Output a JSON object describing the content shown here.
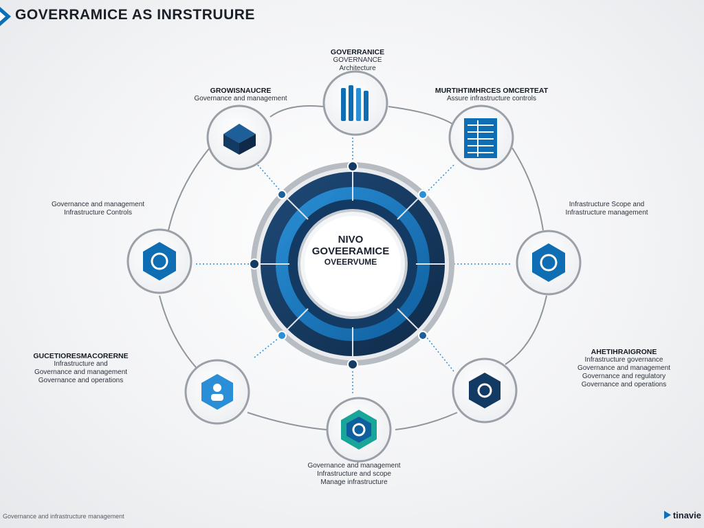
{
  "header": {
    "title": "GOVERRAMICE AS INRSTRUURE"
  },
  "center": {
    "line1": "NIVO",
    "line2": "GOVEERAMICE",
    "line3": "OVEERVUME"
  },
  "labels": {
    "top": {
      "heading": "GOVERRANICE",
      "line1": "GOVERNANCE",
      "line2": "Architecture"
    },
    "upper_left": {
      "heading": "GROWISNAUCRE",
      "line1": "Governance and management"
    },
    "upper_right": {
      "heading": "MURTIHTIMHRCES OMCERTEAT",
      "line1": "Assure infrastructure controls"
    },
    "left": {
      "line1": "Governance and management",
      "line2": "Infrastructure Controls"
    },
    "right": {
      "line1": "Infrastructure Scope and",
      "line2": "Infrastructure management"
    },
    "lower_left": {
      "heading": "GUCETIORESMACORERNE",
      "line1": "Infrastructure and",
      "line2": "Governance and management",
      "line3": "Governance and operations"
    },
    "lower_right": {
      "heading": "AHETIHRAIGRONE",
      "line1": "Infrastructure governance",
      "line2": "Governance and management",
      "line3": "Governance and regulatory",
      "line4": "Governance and operations"
    },
    "bottom": {
      "line1": "Governance and management",
      "line2": "Infrastructure and scope",
      "line3": "Manage infrastructure"
    }
  },
  "footer": {
    "text": "Governance and infrastructure management",
    "brand": "tinavie"
  },
  "colors": {
    "navy": "#13365a",
    "blue": "#0f6db3",
    "light_blue": "#2a8fd6",
    "teal": "#1aa59a",
    "ring_gray": "#9aa0a8"
  },
  "icons": [
    "tower-icon",
    "list-board-icon",
    "box-icon",
    "hex-gear-icon",
    "hex-gear-icon",
    "hex-person-icon",
    "hex-node-icon",
    "hex-gear-dark-icon"
  ]
}
